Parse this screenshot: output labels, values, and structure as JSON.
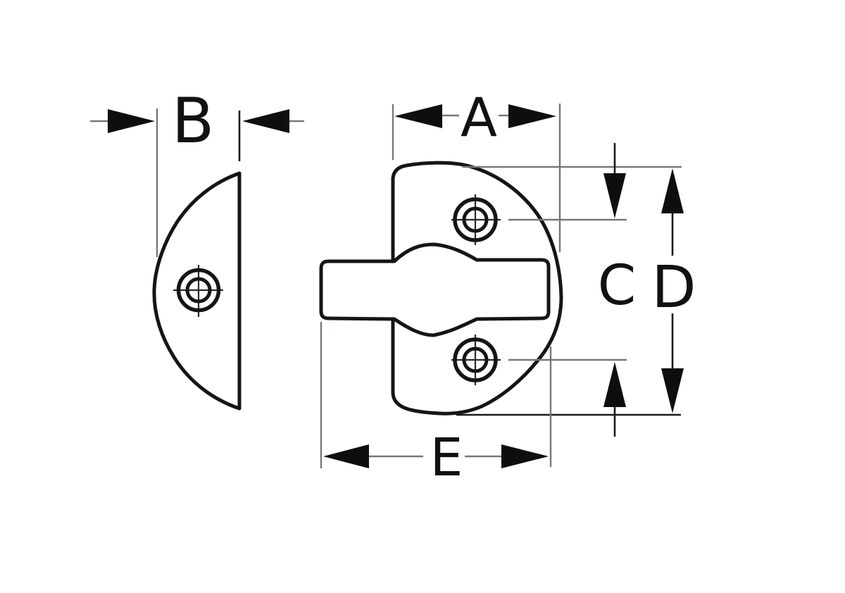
{
  "figure": {
    "type": "technical-dimension-drawing",
    "views": {
      "side_view": "half-round profile with screw hole target",
      "front_view": "round plate with latch button bar and two screw hole targets"
    },
    "labels": {
      "dim_a": "A",
      "dim_b": "B",
      "dim_c": "C",
      "dim_d": "D",
      "dim_e": "E"
    },
    "colors": {
      "background": "#ffffff",
      "outline": "#151515",
      "dimension_line": "#73797d",
      "arrowhead": "#0e0e0e"
    }
  }
}
